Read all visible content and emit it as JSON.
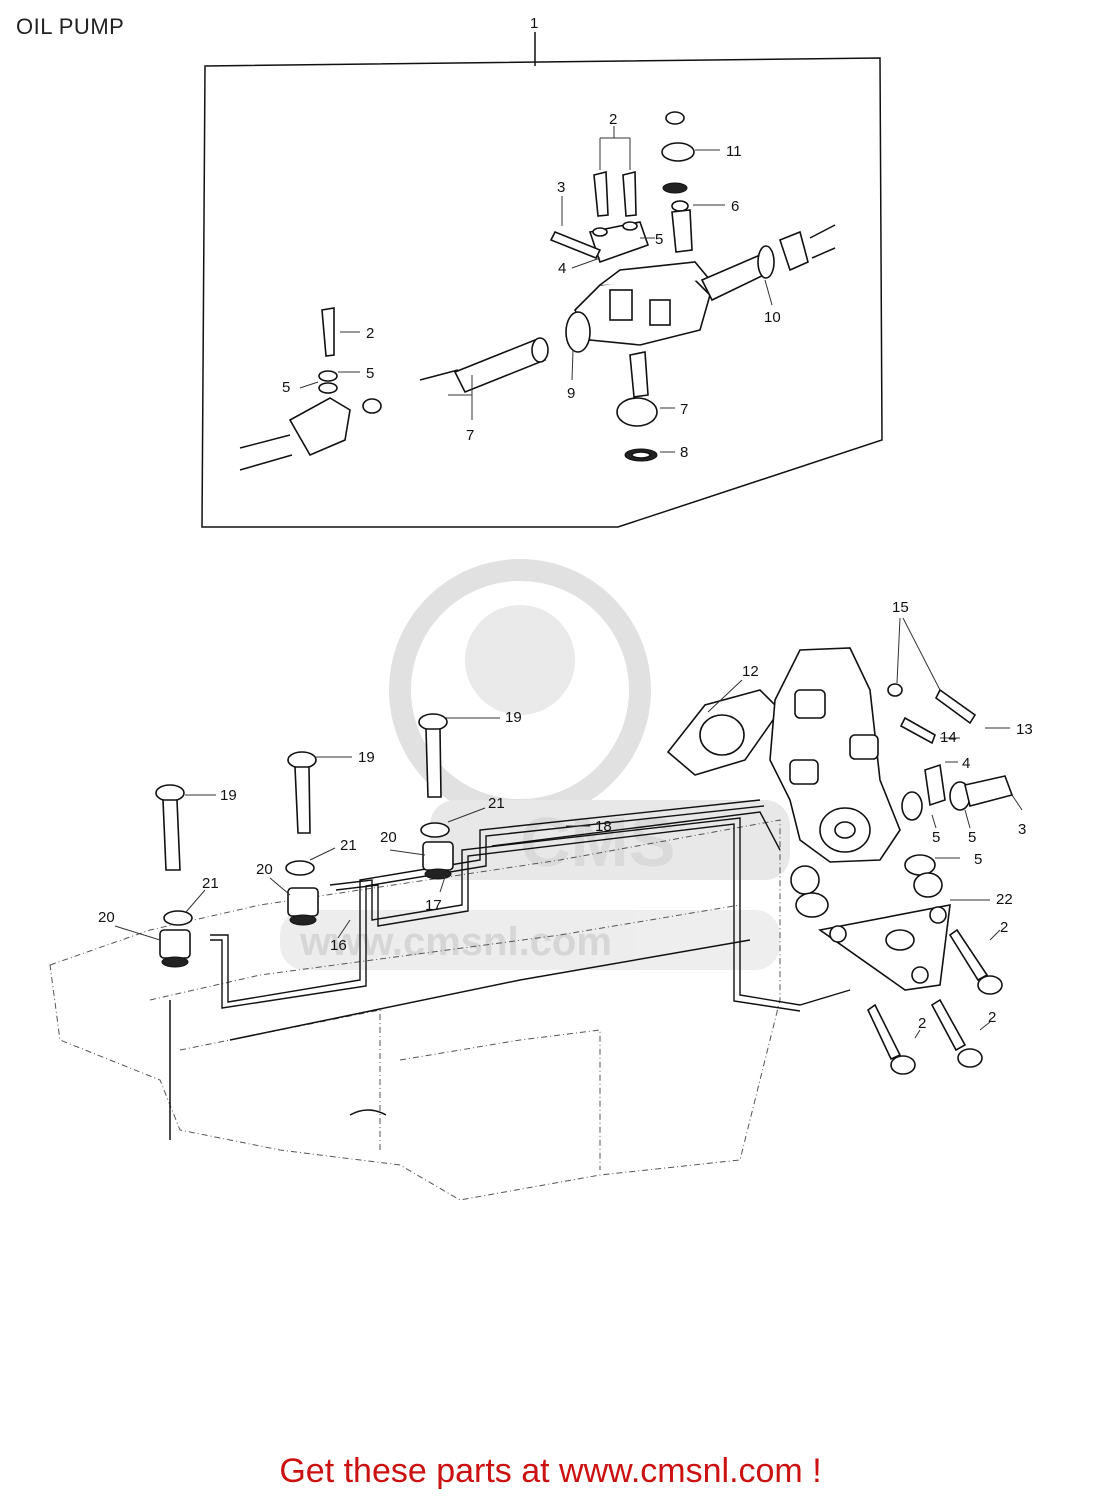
{
  "title": "OIL PUMP",
  "watermark_text": "www.cmsnl.com",
  "footer": {
    "link_text": "Get these parts at www.cmsnl.com !"
  },
  "colors": {
    "footer": "#cc1111",
    "line": "#111111",
    "watermark": "#d9d9d9"
  },
  "callouts": [
    {
      "id": "c1",
      "label": "1"
    },
    {
      "id": "c2a",
      "label": "2"
    },
    {
      "id": "c11",
      "label": "11"
    },
    {
      "id": "c3a",
      "label": "3"
    },
    {
      "id": "c6",
      "label": "6"
    },
    {
      "id": "c5a",
      "label": "5"
    },
    {
      "id": "c4a",
      "label": "4"
    },
    {
      "id": "c10",
      "label": "10"
    },
    {
      "id": "c2b",
      "label": "2"
    },
    {
      "id": "c5b",
      "label": "5"
    },
    {
      "id": "c5c",
      "label": "5"
    },
    {
      "id": "c9",
      "label": "9"
    },
    {
      "id": "c7a",
      "label": "7"
    },
    {
      "id": "c7b",
      "label": "7"
    },
    {
      "id": "c8",
      "label": "8"
    },
    {
      "id": "c15",
      "label": "15"
    },
    {
      "id": "c12",
      "label": "12"
    },
    {
      "id": "c13",
      "label": "13"
    },
    {
      "id": "c14",
      "label": "14"
    },
    {
      "id": "c4b",
      "label": "4"
    },
    {
      "id": "c3b",
      "label": "3"
    },
    {
      "id": "c5d",
      "label": "5"
    },
    {
      "id": "c5e",
      "label": "5"
    },
    {
      "id": "c5f",
      "label": "5"
    },
    {
      "id": "c19a",
      "label": "19"
    },
    {
      "id": "c19b",
      "label": "19"
    },
    {
      "id": "c19c",
      "label": "19"
    },
    {
      "id": "c21a",
      "label": "21"
    },
    {
      "id": "c18",
      "label": "18"
    },
    {
      "id": "c21b",
      "label": "21"
    },
    {
      "id": "c20a",
      "label": "20"
    },
    {
      "id": "c20b",
      "label": "20"
    },
    {
      "id": "c17",
      "label": "17"
    },
    {
      "id": "c21c",
      "label": "21"
    },
    {
      "id": "c20c",
      "label": "20"
    },
    {
      "id": "c16",
      "label": "16"
    },
    {
      "id": "c22",
      "label": "22"
    },
    {
      "id": "c2c",
      "label": "2"
    },
    {
      "id": "c2d",
      "label": "2"
    },
    {
      "id": "c2e",
      "label": "2"
    }
  ]
}
